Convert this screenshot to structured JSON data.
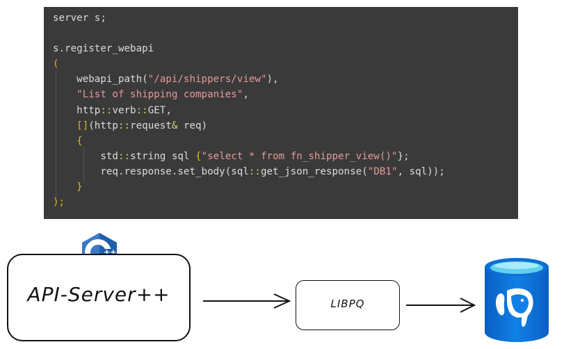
{
  "code": {
    "lines": [
      [
        {
          "t": "server s;",
          "c": "plain"
        }
      ],
      [
        {
          "t": "",
          "c": "plain"
        }
      ],
      [
        {
          "t": "s.register_webapi",
          "c": "plain"
        }
      ],
      [
        {
          "t": "(",
          "c": "punct"
        }
      ],
      [
        {
          "t": "    webapi_path(",
          "c": "plain"
        },
        {
          "t": "\"/api/shippers/view\"",
          "c": "str"
        },
        {
          "t": "),",
          "c": "plain"
        }
      ],
      [
        {
          "t": "    ",
          "c": "plain"
        },
        {
          "t": "\"List of shipping companies\"",
          "c": "str"
        },
        {
          "t": ",",
          "c": "plain"
        }
      ],
      [
        {
          "t": "    http",
          "c": "plain"
        },
        {
          "t": "::",
          "c": "op"
        },
        {
          "t": "verb",
          "c": "plain"
        },
        {
          "t": "::",
          "c": "op"
        },
        {
          "t": "GET,",
          "c": "plain"
        }
      ],
      [
        {
          "t": "    ",
          "c": "plain"
        },
        {
          "t": "[]",
          "c": "punct"
        },
        {
          "t": "(http",
          "c": "plain"
        },
        {
          "t": "::",
          "c": "op"
        },
        {
          "t": "request",
          "c": "plain"
        },
        {
          "t": "&",
          "c": "op"
        },
        {
          "t": " req)",
          "c": "plain"
        }
      ],
      [
        {
          "t": "    ",
          "c": "plain"
        },
        {
          "t": "{",
          "c": "punct"
        }
      ],
      [
        {
          "t": "        std",
          "c": "plain"
        },
        {
          "t": "::",
          "c": "op"
        },
        {
          "t": "string sql ",
          "c": "plain"
        },
        {
          "t": "{",
          "c": "punct"
        },
        {
          "t": "\"select * from fn_shipper_view()\"",
          "c": "str"
        },
        {
          "t": "};",
          "c": "plain"
        }
      ],
      [
        {
          "t": "        req.response.set_body(sql",
          "c": "plain"
        },
        {
          "t": "::",
          "c": "op"
        },
        {
          "t": "get_json_response(",
          "c": "plain"
        },
        {
          "t": "\"DB1\"",
          "c": "str"
        },
        {
          "t": ", sql));",
          "c": "plain"
        }
      ],
      [
        {
          "t": "    ",
          "c": "plain"
        },
        {
          "t": "}",
          "c": "punct"
        }
      ],
      [
        {
          "t": ");",
          "c": "punct"
        }
      ]
    ],
    "colors": {
      "plain": "#dcdcdc",
      "str": "#e59a9a",
      "punct": "#e6b422",
      "op": "#cfcf7a"
    }
  },
  "diagram": {
    "api_server_label": "API-Server++",
    "libpq_label": "LIBPQ"
  },
  "icons": {
    "cpp_logo": "cpp-logo-icon",
    "postgres_logo": "postgresql-database-icon"
  },
  "colors": {
    "code_bg": "#3a3a3a",
    "cpp_blue": "#1f5fa8",
    "db_blue": "#0a6bd1"
  }
}
